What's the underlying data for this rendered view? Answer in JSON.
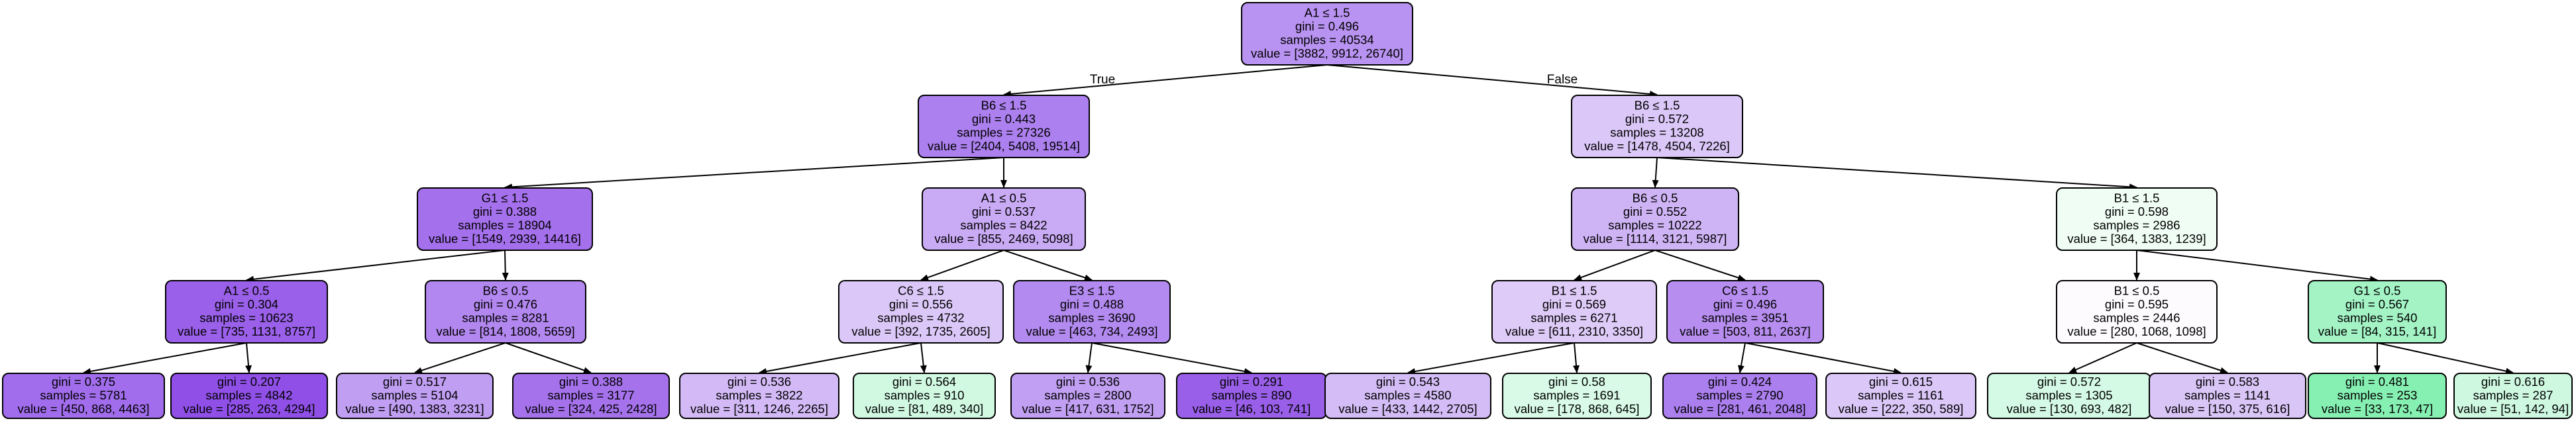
{
  "tree": {
    "nodes": [
      {
        "id": "n0",
        "split": "A1 ≤ 1.5",
        "gini": "gini = 0.496",
        "samples": "samples = 40534",
        "value": "value = [3882, 9912, 26740]",
        "fill": "#b993f1"
      },
      {
        "id": "n1",
        "split": "B6 ≤ 1.5",
        "gini": "gini = 0.443",
        "samples": "samples = 27326",
        "value": "value = [2404, 5408, 19514]",
        "fill": "#ac80ee"
      },
      {
        "id": "n2",
        "split": "B6 ≤ 1.5",
        "gini": "gini = 0.572",
        "samples": "samples = 13208",
        "value": "value = [1478, 4504, 7226]",
        "fill": "#dbc7f8"
      },
      {
        "id": "n3",
        "split": "G1 ≤ 1.5",
        "gini": "gini = 0.388",
        "samples": "samples = 18904",
        "value": "value = [1549, 2939, 14416]",
        "fill": "#a470ec"
      },
      {
        "id": "n4",
        "split": "A1 ≤ 0.5",
        "gini": "gini = 0.537",
        "samples": "samples = 8422",
        "value": "value = [855, 2469, 5098]",
        "fill": "#c9aaf4"
      },
      {
        "id": "n5",
        "split": "B6 ≤ 0.5",
        "gini": "gini = 0.552",
        "samples": "samples = 10222",
        "value": "value = [1114, 3121, 5987]",
        "fill": "#cfb4f5"
      },
      {
        "id": "n6",
        "split": "B1 ≤ 1.5",
        "gini": "gini = 0.598",
        "samples": "samples = 2986",
        "value": "value = [364, 1383, 1239]",
        "fill": "#effdf5"
      },
      {
        "id": "n7",
        "split": "A1 ≤ 0.5",
        "gini": "gini = 0.304",
        "samples": "samples = 10623",
        "value": "value = [735, 1131, 8757]",
        "fill": "#9a60e9"
      },
      {
        "id": "n8",
        "split": "B6 ≤ 0.5",
        "gini": "gini = 0.476",
        "samples": "samples = 8281",
        "value": "value = [814, 1808, 5659]",
        "fill": "#b287ef"
      },
      {
        "id": "n9",
        "split": "C6 ≤ 1.5",
        "gini": "gini = 0.556",
        "samples": "samples = 4732",
        "value": "value = [392, 1735, 2605]",
        "fill": "#dcc8f8"
      },
      {
        "id": "n10",
        "split": "E3 ≤ 1.5",
        "gini": "gini = 0.488",
        "samples": "samples = 3690",
        "value": "value = [463, 734, 2493]",
        "fill": "#b38af0"
      },
      {
        "id": "n11",
        "split": "B1 ≤ 1.5",
        "gini": "gini = 0.569",
        "samples": "samples = 6271",
        "value": "value = [611, 2310, 3350]",
        "fill": "#dfcbf8"
      },
      {
        "id": "n12",
        "split": "C6 ≤ 1.5",
        "gini": "gini = 0.496",
        "samples": "samples = 3951",
        "value": "value = [503, 811, 2637]",
        "fill": "#b78ef0"
      },
      {
        "id": "n13",
        "split": "B1 ≤ 0.5",
        "gini": "gini = 0.595",
        "samples": "samples = 2446",
        "value": "value = [280, 1068, 1098]",
        "fill": "#fdfbfe"
      },
      {
        "id": "n14",
        "split": "G1 ≤ 0.5",
        "gini": "gini = 0.567",
        "samples": "samples = 540",
        "value": "value = [84, 315, 141]",
        "fill": "#a3f3c5"
      },
      {
        "id": "n15",
        "split": "",
        "gini": "gini = 0.375",
        "samples": "samples = 5781",
        "value": "value = [450, 868, 4463]",
        "fill": "#a16dec"
      },
      {
        "id": "n16",
        "split": "",
        "gini": "gini = 0.207",
        "samples": "samples = 4842",
        "value": "value = [285, 263, 4294]",
        "fill": "#9050e8"
      },
      {
        "id": "n17",
        "split": "",
        "gini": "gini = 0.517",
        "samples": "samples = 5104",
        "value": "value = [490, 1383, 3231]",
        "fill": "#c09ef2"
      },
      {
        "id": "n18",
        "split": "",
        "gini": "gini = 0.388",
        "samples": "samples = 3177",
        "value": "value = [324, 425, 2428]",
        "fill": "#a572ec"
      },
      {
        "id": "n19",
        "split": "",
        "gini": "gini = 0.536",
        "samples": "samples = 3822",
        "value": "value = [311, 1246, 2265]",
        "fill": "#d3baf6"
      },
      {
        "id": "n20",
        "split": "",
        "gini": "gini = 0.564",
        "samples": "samples = 910",
        "value": "value = [81, 489, 340]",
        "fill": "#d1f9e2"
      },
      {
        "id": "n21",
        "split": "",
        "gini": "gini = 0.536",
        "samples": "samples = 2800",
        "value": "value = [417, 631, 1752]",
        "fill": "#c19ff2"
      },
      {
        "id": "n22",
        "split": "",
        "gini": "gini = 0.291",
        "samples": "samples = 890",
        "value": "value = [46, 103, 741]",
        "fill": "#995fe9"
      },
      {
        "id": "n23",
        "split": "",
        "gini": "gini = 0.543",
        "samples": "samples = 4580",
        "value": "value = [433, 1442, 2705]",
        "fill": "#d4bcf6"
      },
      {
        "id": "n24",
        "split": "",
        "gini": "gini = 0.58",
        "samples": "samples = 1691",
        "value": "value = [178, 868, 645]",
        "fill": "#d8fae6"
      },
      {
        "id": "n25",
        "split": "",
        "gini": "gini = 0.424",
        "samples": "samples = 2790",
        "value": "value = [281, 461, 2048]",
        "fill": "#ab7fee"
      },
      {
        "id": "n26",
        "split": "",
        "gini": "gini = 0.615",
        "samples": "samples = 1161",
        "value": "value = [222, 350, 589]",
        "fill": "#dbc7f8"
      },
      {
        "id": "n27",
        "split": "",
        "gini": "gini = 0.572",
        "samples": "samples = 1305",
        "value": "value = [130, 693, 482]",
        "fill": "#d4f9e4"
      },
      {
        "id": "n28",
        "split": "",
        "gini": "gini = 0.583",
        "samples": "samples = 1141",
        "value": "value = [150, 375, 616]",
        "fill": "#dac5f7"
      },
      {
        "id": "n29",
        "split": "",
        "gini": "gini = 0.481",
        "samples": "samples = 253",
        "value": "value = [33, 173, 47]",
        "fill": "#86f0b2"
      },
      {
        "id": "n30",
        "split": "",
        "gini": "gini = 0.616",
        "samples": "samples = 287",
        "value": "value = [51, 142, 94]",
        "fill": "#cef8e0"
      }
    ],
    "edges": [
      {
        "from": "n0",
        "to": "n1",
        "label": "True"
      },
      {
        "from": "n0",
        "to": "n2",
        "label": "False"
      },
      {
        "from": "n1",
        "to": "n3",
        "label": ""
      },
      {
        "from": "n1",
        "to": "n4",
        "label": ""
      },
      {
        "from": "n2",
        "to": "n5",
        "label": ""
      },
      {
        "from": "n2",
        "to": "n6",
        "label": ""
      },
      {
        "from": "n3",
        "to": "n7",
        "label": ""
      },
      {
        "from": "n3",
        "to": "n8",
        "label": ""
      },
      {
        "from": "n4",
        "to": "n9",
        "label": ""
      },
      {
        "from": "n4",
        "to": "n10",
        "label": ""
      },
      {
        "from": "n5",
        "to": "n11",
        "label": ""
      },
      {
        "from": "n5",
        "to": "n12",
        "label": ""
      },
      {
        "from": "n6",
        "to": "n13",
        "label": ""
      },
      {
        "from": "n6",
        "to": "n14",
        "label": ""
      },
      {
        "from": "n7",
        "to": "n15",
        "label": ""
      },
      {
        "from": "n7",
        "to": "n16",
        "label": ""
      },
      {
        "from": "n8",
        "to": "n17",
        "label": ""
      },
      {
        "from": "n8",
        "to": "n18",
        "label": ""
      },
      {
        "from": "n9",
        "to": "n19",
        "label": ""
      },
      {
        "from": "n9",
        "to": "n20",
        "label": ""
      },
      {
        "from": "n10",
        "to": "n21",
        "label": ""
      },
      {
        "from": "n10",
        "to": "n22",
        "label": ""
      },
      {
        "from": "n11",
        "to": "n23",
        "label": ""
      },
      {
        "from": "n11",
        "to": "n24",
        "label": ""
      },
      {
        "from": "n12",
        "to": "n25",
        "label": ""
      },
      {
        "from": "n12",
        "to": "n26",
        "label": ""
      },
      {
        "from": "n13",
        "to": "n27",
        "label": ""
      },
      {
        "from": "n13",
        "to": "n28",
        "label": ""
      },
      {
        "from": "n14",
        "to": "n29",
        "label": ""
      },
      {
        "from": "n14",
        "to": "n30",
        "label": ""
      }
    ]
  }
}
